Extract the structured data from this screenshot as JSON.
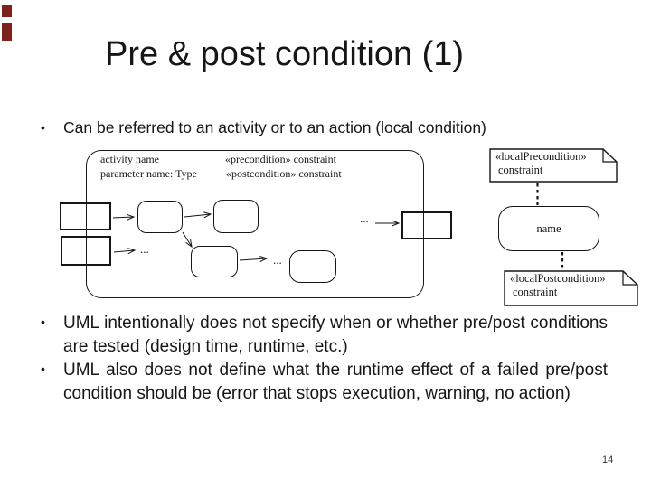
{
  "slide": {
    "title": "Pre & post condition (1)",
    "bullet_char": "•",
    "bullets": [
      "Can be referred to an activity or to an action (local condition)",
      "UML intentionally does not specify when or whether pre/post conditions are tested (design time, runtime, etc.)",
      "UML also does not define what the runtime effect of a failed pre/post condition should be (error that stops execution, warning, no action)"
    ],
    "page_number": "14"
  },
  "diagram": {
    "frame_labels": {
      "activity_name": "activity name",
      "parameter": "parameter name: Type",
      "precondition": "«precondition» constraint",
      "postcondition": "«postcondition» constraint"
    },
    "ellipsis": "...",
    "local_elements": {
      "pre_note_stereotype": "«localPrecondition»",
      "pre_note_body": "constraint",
      "action_name": "name",
      "post_note_stereotype": "«localPostcondition»",
      "post_note_body": "constraint"
    }
  },
  "colors": {
    "accent_mark": "#7E221B",
    "text": "#161616",
    "diagram_stroke": "#1A1A1A",
    "background": "#FFFFFF"
  }
}
